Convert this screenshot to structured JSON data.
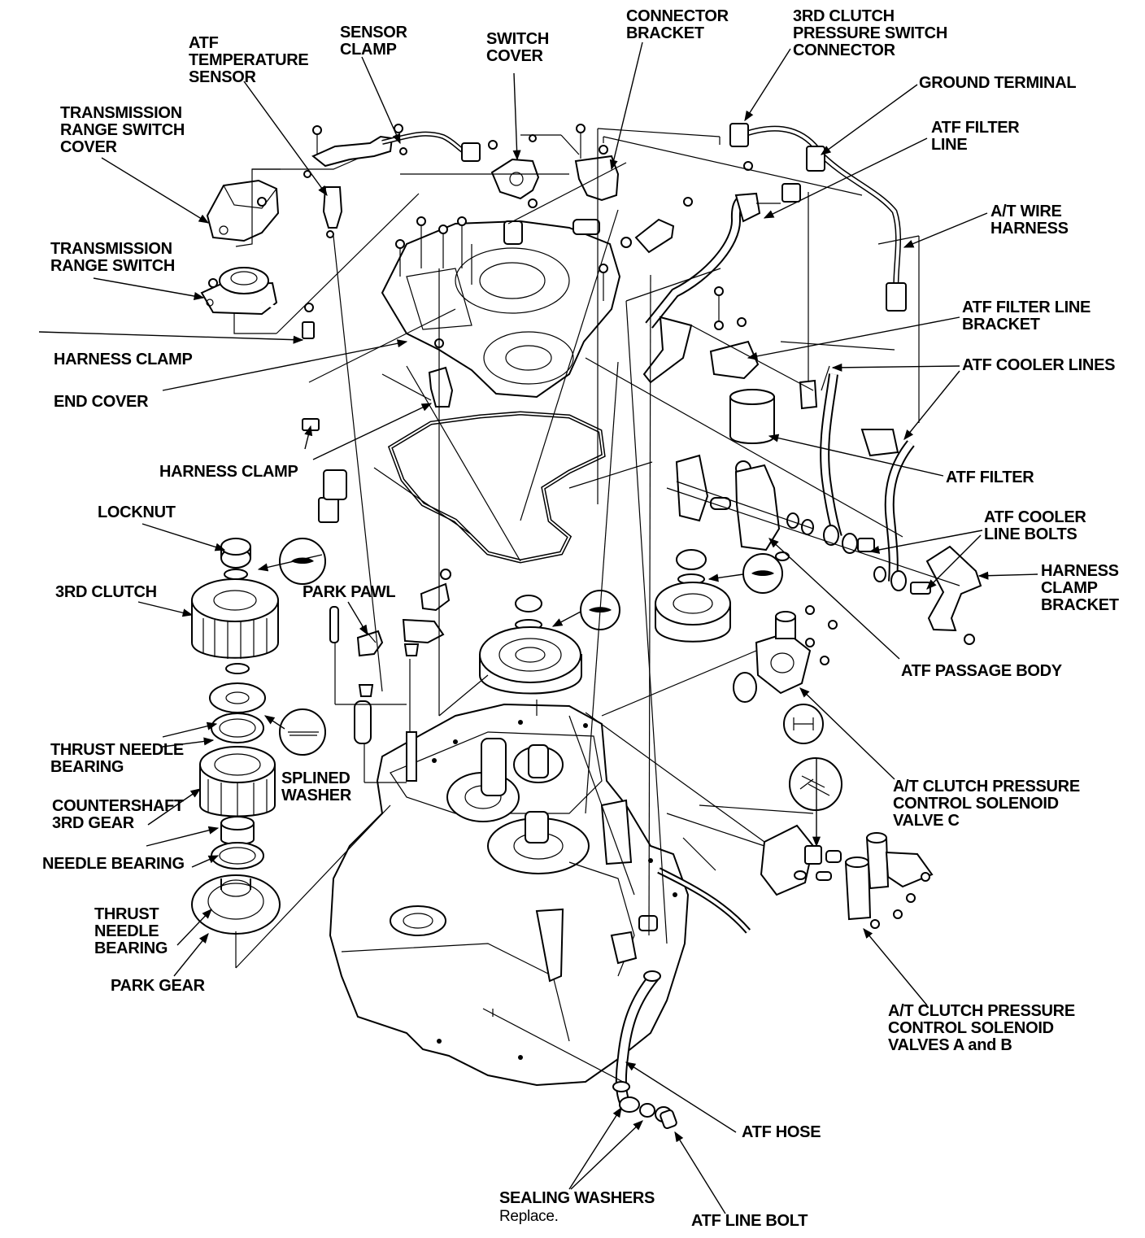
{
  "labels": {
    "atf_temperature_sensor": "ATF\nTEMPERATURE\nSENSOR",
    "sensor_clamp": "SENSOR\nCLAMP",
    "switch_cover": "SWITCH\nCOVER",
    "connector_bracket": "CONNECTOR\nBRACKET",
    "third_clutch_pressure_switch_connector": "3RD CLUTCH\nPRESSURE SWITCH\nCONNECTOR",
    "ground_terminal": "GROUND TERMINAL",
    "atf_filter_line": "ATF FILTER\nLINE",
    "transmission_range_switch_cover": "TRANSMISSION\nRANGE SWITCH\nCOVER",
    "at_wire_harness": "A/T WIRE\nHARNESS",
    "transmission_range_switch": "TRANSMISSION\nRANGE SWITCH",
    "atf_filter_line_bracket": "ATF FILTER LINE\nBRACKET",
    "harness_clamp_top": "HARNESS CLAMP",
    "atf_cooler_lines": "ATF COOLER LINES",
    "end_cover": "END COVER",
    "harness_clamp_mid": "HARNESS CLAMP",
    "atf_filter": "ATF FILTER",
    "locknut": "LOCKNUT",
    "atf_cooler_line_bolts": "ATF COOLER\nLINE BOLTS",
    "third_clutch": "3RD CLUTCH",
    "park_pawl": "PARK PAWL",
    "harness_clamp_bracket": "HARNESS\nCLAMP\nBRACKET",
    "atf_passage_body": "ATF PASSAGE BODY",
    "thrust_needle_bearing_top": "THRUST NEEDLE\nBEARING",
    "splined_washer": "SPLINED\nWASHER",
    "at_clutch_pressure_control_solenoid_valve_c": "A/T CLUTCH PRESSURE\nCONTROL SOLENOID\nVALVE C",
    "countershaft_3rd_gear": "COUNTERSHAFT\n3RD GEAR",
    "needle_bearing": "NEEDLE BEARING",
    "thrust_needle_bearing_bottom": "THRUST\nNEEDLE\nBEARING",
    "park_gear": "PARK GEAR",
    "at_clutch_pressure_control_solenoid_valves_ab": "A/T CLUTCH PRESSURE\nCONTROL SOLENOID\nVALVES A and B",
    "atf_hose": "ATF HOSE",
    "sealing_washers": "SEALING WASHERS",
    "sealing_washers_note": "Replace.",
    "atf_line_bolt": "ATF LINE BOLT"
  }
}
